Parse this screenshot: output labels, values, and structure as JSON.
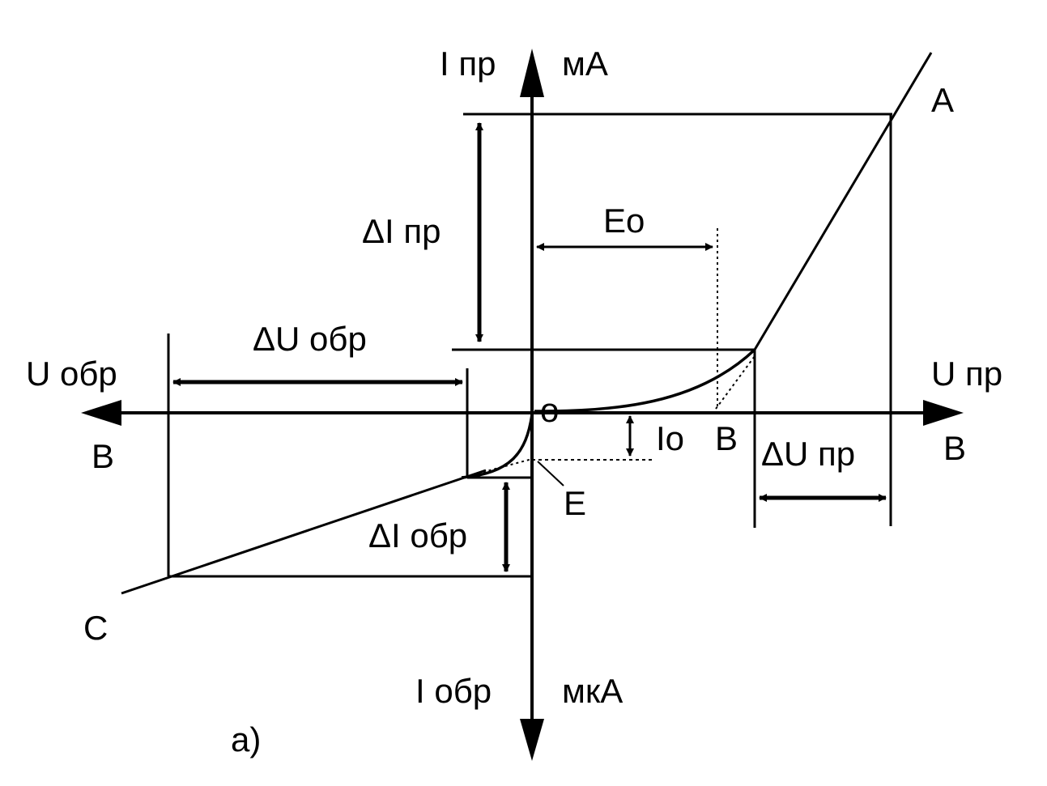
{
  "axes": {
    "y_positive_label": "I пр",
    "y_positive_unit": "мА",
    "y_negative_label": "I обр",
    "y_negative_unit": "мкА",
    "x_positive_label": "U пр",
    "x_positive_unit": "В",
    "x_negative_label": "U обр",
    "x_negative_unit": "В",
    "origin_label": "о"
  },
  "points": {
    "A": "A",
    "B": "B",
    "C": "C",
    "E": "E"
  },
  "dimensions": {
    "delta_i_forward": "ΔI пр",
    "delta_u_reverse": "ΔU обр",
    "e0": "Eо",
    "i0": "Io",
    "delta_u_forward": "ΔU пр",
    "delta_i_reverse": "ΔI обр"
  },
  "caption": "а)",
  "colors": {
    "ink": "#000000",
    "background": "#ffffff"
  }
}
